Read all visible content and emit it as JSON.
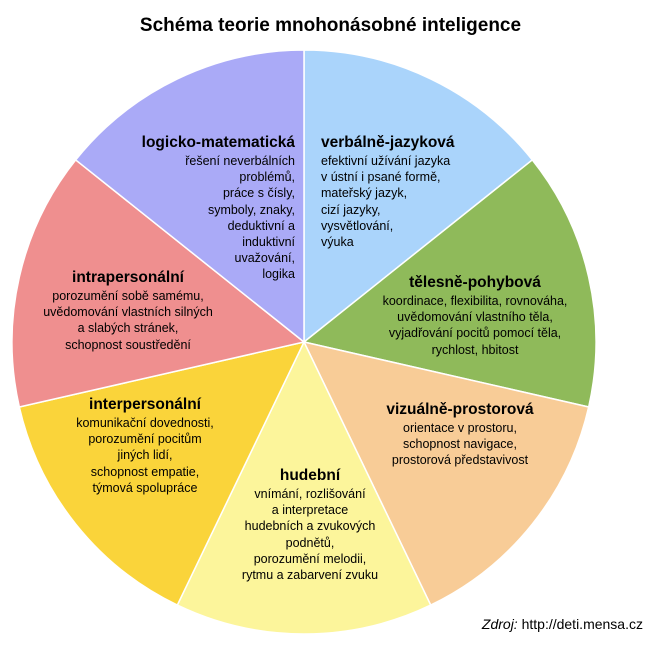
{
  "title": "Schéma teorie mnohonásobné inteligence",
  "source": {
    "label": "Zdroj:",
    "url": "http://deti.mensa.cz"
  },
  "segments": [
    {
      "id": "verbal",
      "color": "#aad4fb",
      "title": "verbálně-jazyková",
      "lines": [
        "efektivní užívání jazyka",
        "v ústní i psané formě,",
        "mateřský jazyk,",
        "cizí jazyky,",
        "vysvětlování,",
        "výuka"
      ]
    },
    {
      "id": "bodily",
      "color": "#8fba5a",
      "title": "tělesně-pohybová",
      "lines": [
        "koordinace, flexibilita, rovnováha,",
        "uvědomování vlastního těla,",
        "vyjadřování pocitů pomocí těla,",
        "rychlost, hbitost"
      ]
    },
    {
      "id": "spatial",
      "color": "#f8cc97",
      "title": "vizuálně-prostorová",
      "lines": [
        "orientace v prostoru,",
        "schopnost navigace,",
        "prostorová představivost"
      ]
    },
    {
      "id": "musical",
      "color": "#fcf59b",
      "title": "hudební",
      "lines": [
        "vnímání, rozlišování",
        "a interpretace",
        "hudebních a zvukových",
        "podnětů,",
        "porozumění melodii,",
        "rytmu a zabarvení zvuku"
      ]
    },
    {
      "id": "interpersonal",
      "color": "#fad43a",
      "title": "interpersonální",
      "lines": [
        "komunikační dovednosti,",
        "porozumění pocitům",
        "jiných lidí,",
        "schopnost empatie,",
        "týmová spolupráce"
      ]
    },
    {
      "id": "intrapersonal",
      "color": "#ef8f8f",
      "title": "intrapersonální",
      "lines": [
        "porozumění sobě samému,",
        "uvědomování vlastních silných",
        "a slabých stránek,",
        "schopnost soustředění"
      ]
    },
    {
      "id": "logical",
      "color": "#aaaaf7",
      "title": "logicko-matematická",
      "lines": [
        "řešení neverbálních",
        "problémů,",
        "práce s čísly,",
        "symboly, znaky,",
        "deduktivní a",
        "induktivní",
        "uvažování,",
        "logika"
      ]
    }
  ]
}
